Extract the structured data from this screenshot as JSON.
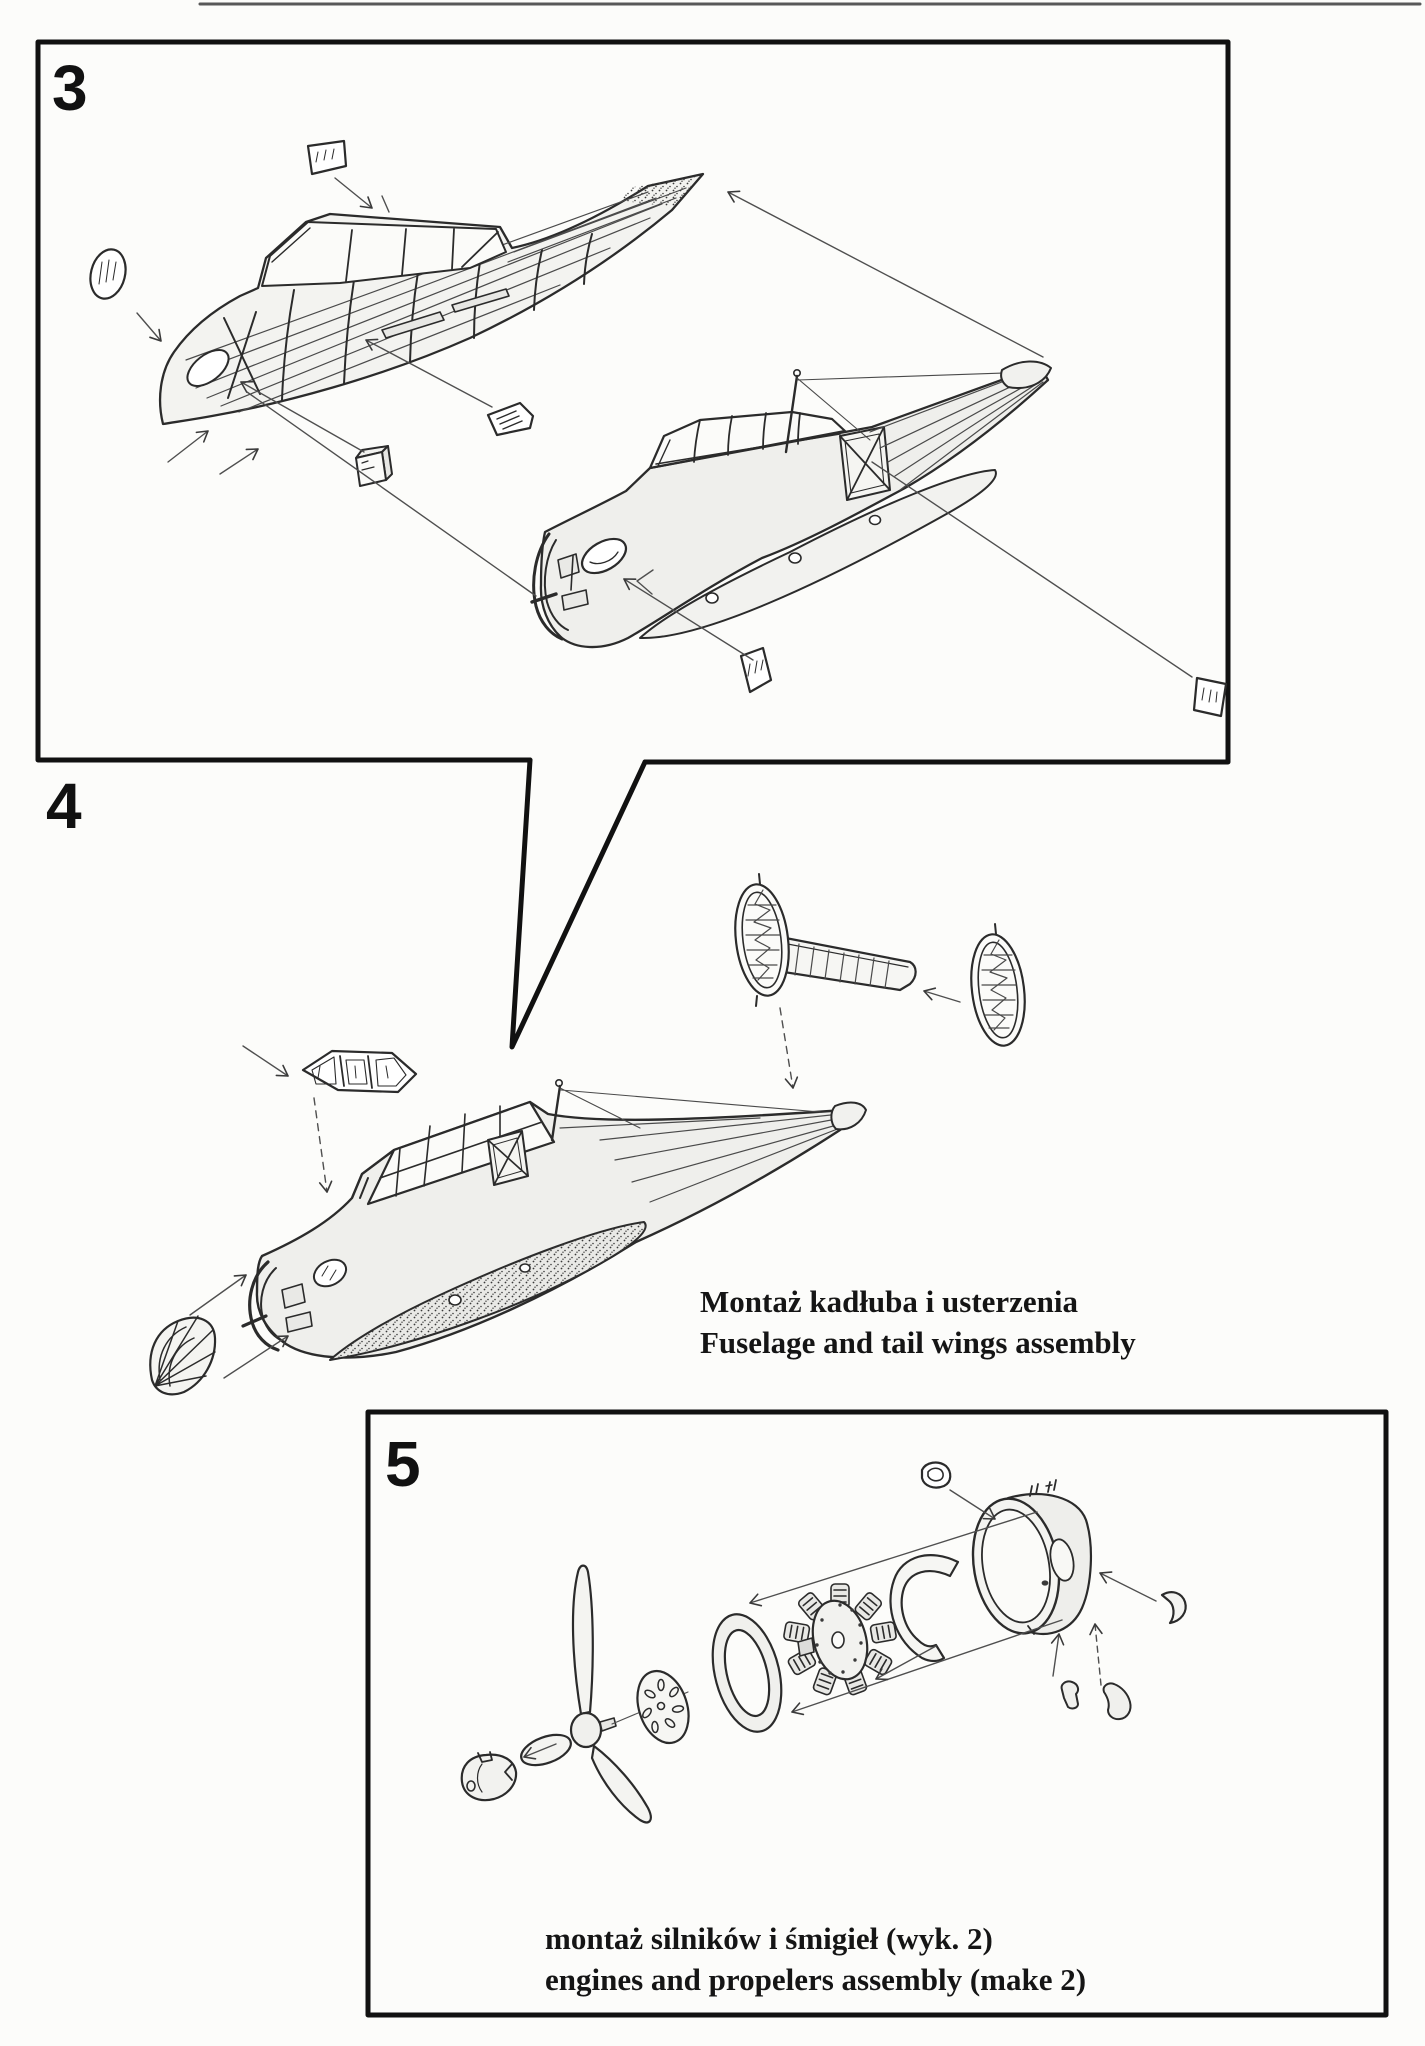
{
  "colors": {
    "paper": "#fcfcfa",
    "ink": "#1e1e1e",
    "leader_line": "#555555"
  },
  "steps": {
    "step3": {
      "number": "3"
    },
    "step4": {
      "number": "4",
      "title_pl": "Montaż kadłuba i usterzenia",
      "title_en": "Fuselage and tail wings assembly"
    },
    "step5": {
      "number": "5",
      "caption_pl": "montaż silników i śmigieł (wyk. 2)",
      "caption_en": "engines and propelers assembly (make 2)"
    }
  }
}
